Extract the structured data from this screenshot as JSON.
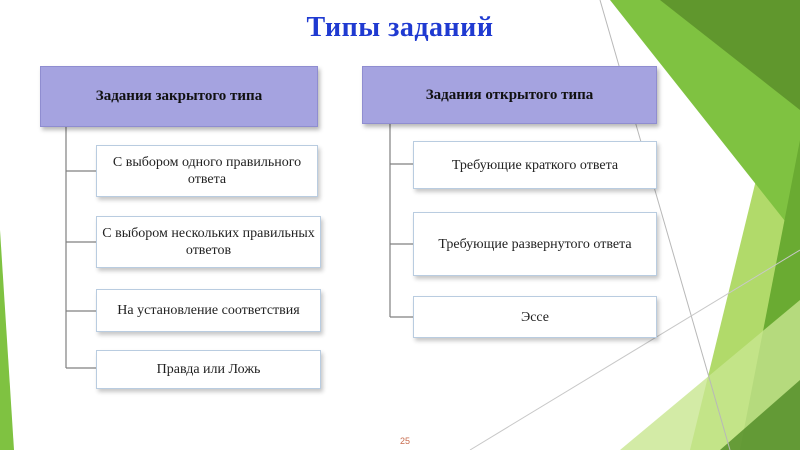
{
  "slide": {
    "title": "Типы заданий",
    "page_number": "25",
    "accent_color": "#1f3ad1",
    "header_color": "#a5a3e0",
    "background_decoration_colors": [
      "#7fc241",
      "#a8d65a",
      "#5a8f2a",
      "#c8e690"
    ]
  },
  "diagram": {
    "left_group": {
      "header": "Задания закрытого типа",
      "items": [
        "С выбором одного правильного ответа",
        "С выбором нескольких правильных ответов",
        "На установление соответствия",
        "Правда или Ложь"
      ]
    },
    "right_group": {
      "header": "Задания открытого типа",
      "items": [
        "Требующие краткого ответа",
        "Требующие развернутого ответа",
        "Эссе"
      ]
    }
  }
}
